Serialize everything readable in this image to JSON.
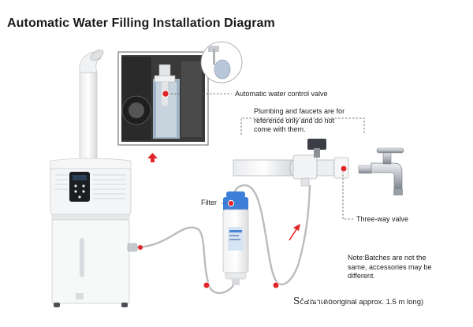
{
  "title": "Automatic Water Filling Installation Diagram",
  "labels": {
    "valve": "Automatic water control valve",
    "plumbing_note": [
      "Plumbing and faucets are for",
      "reference only and do not",
      "come with them."
    ],
    "filter": "Filter",
    "three_way_valve": "Three-way valve",
    "batch_note": [
      "Note:Batches are not the",
      "same, accessories may be",
      "different."
    ],
    "hose_prefix": "S",
    "hose_garbled": "ĉ๔ณาเดo",
    "hose_text": "original approx. 1.5 m long)"
  },
  "colors": {
    "accent_red": "#e0262a",
    "leader_line": "#555555",
    "filter_blue": "#3b7fd8",
    "hose_gray": "#b9bcc0"
  }
}
